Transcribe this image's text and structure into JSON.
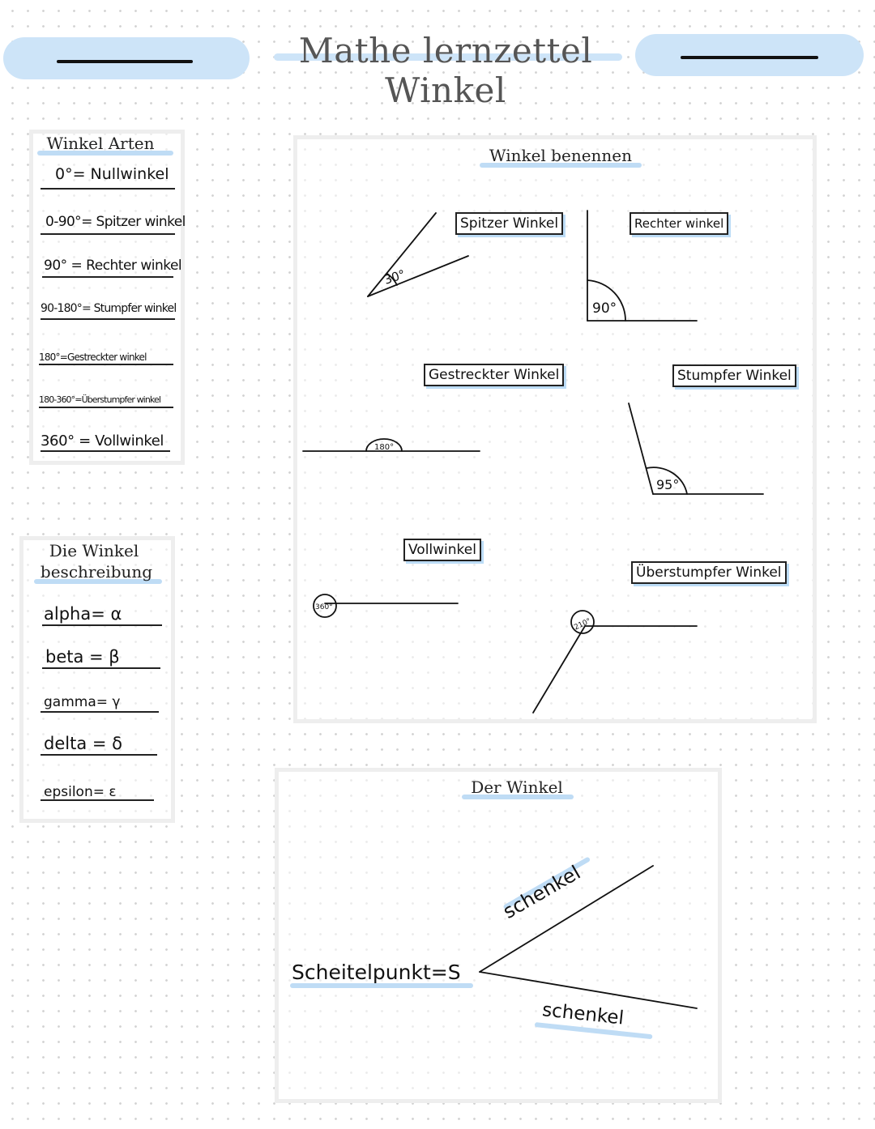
{
  "header": {
    "title": "Mathe lernzettel Winkel"
  },
  "winkel_arten": {
    "heading": "Winkel Arten",
    "items": [
      "0°= Nullwinkel",
      "0-90°= Spitzer winkel",
      "90° = Rechter winkel",
      "90-180°= Stumpfer winkel",
      "180°=Gestreckter winkel",
      "180-360°=Überstumpfer winkel",
      "360° = Vollwinkel"
    ]
  },
  "beschreibung": {
    "heading_line1": "Die Winkel",
    "heading_line2": "beschreibung",
    "items": [
      "alpha= α",
      "beta = β",
      "gamma= γ",
      "delta = δ",
      "epsilon= ε"
    ]
  },
  "benennen": {
    "heading": "Winkel benennen",
    "labels": {
      "spitzer": "Spitzer Winkel",
      "rechter": "Rechter winkel",
      "gestreckter": "Gestreckter Winkel",
      "stumpfer": "Stumpfer Winkel",
      "voll": "Vollwinkel",
      "ueberstumpfer": "Überstumpfer Winkel"
    },
    "angle_values": {
      "spitzer": "30°",
      "rechter": "90°",
      "gestreckter": "180°",
      "stumpfer": "95°",
      "voll": "360°",
      "ueberstumpfer": "210°"
    }
  },
  "der_winkel": {
    "heading": "Der Winkel",
    "scheitelpunkt": "Scheitelpunkt=S",
    "schenkel_top": "schenkel",
    "schenkel_bottom": "schenkel"
  },
  "colors": {
    "highlight": "#cde4f8",
    "ink": "#111111",
    "card_border": "#eeeeee"
  }
}
